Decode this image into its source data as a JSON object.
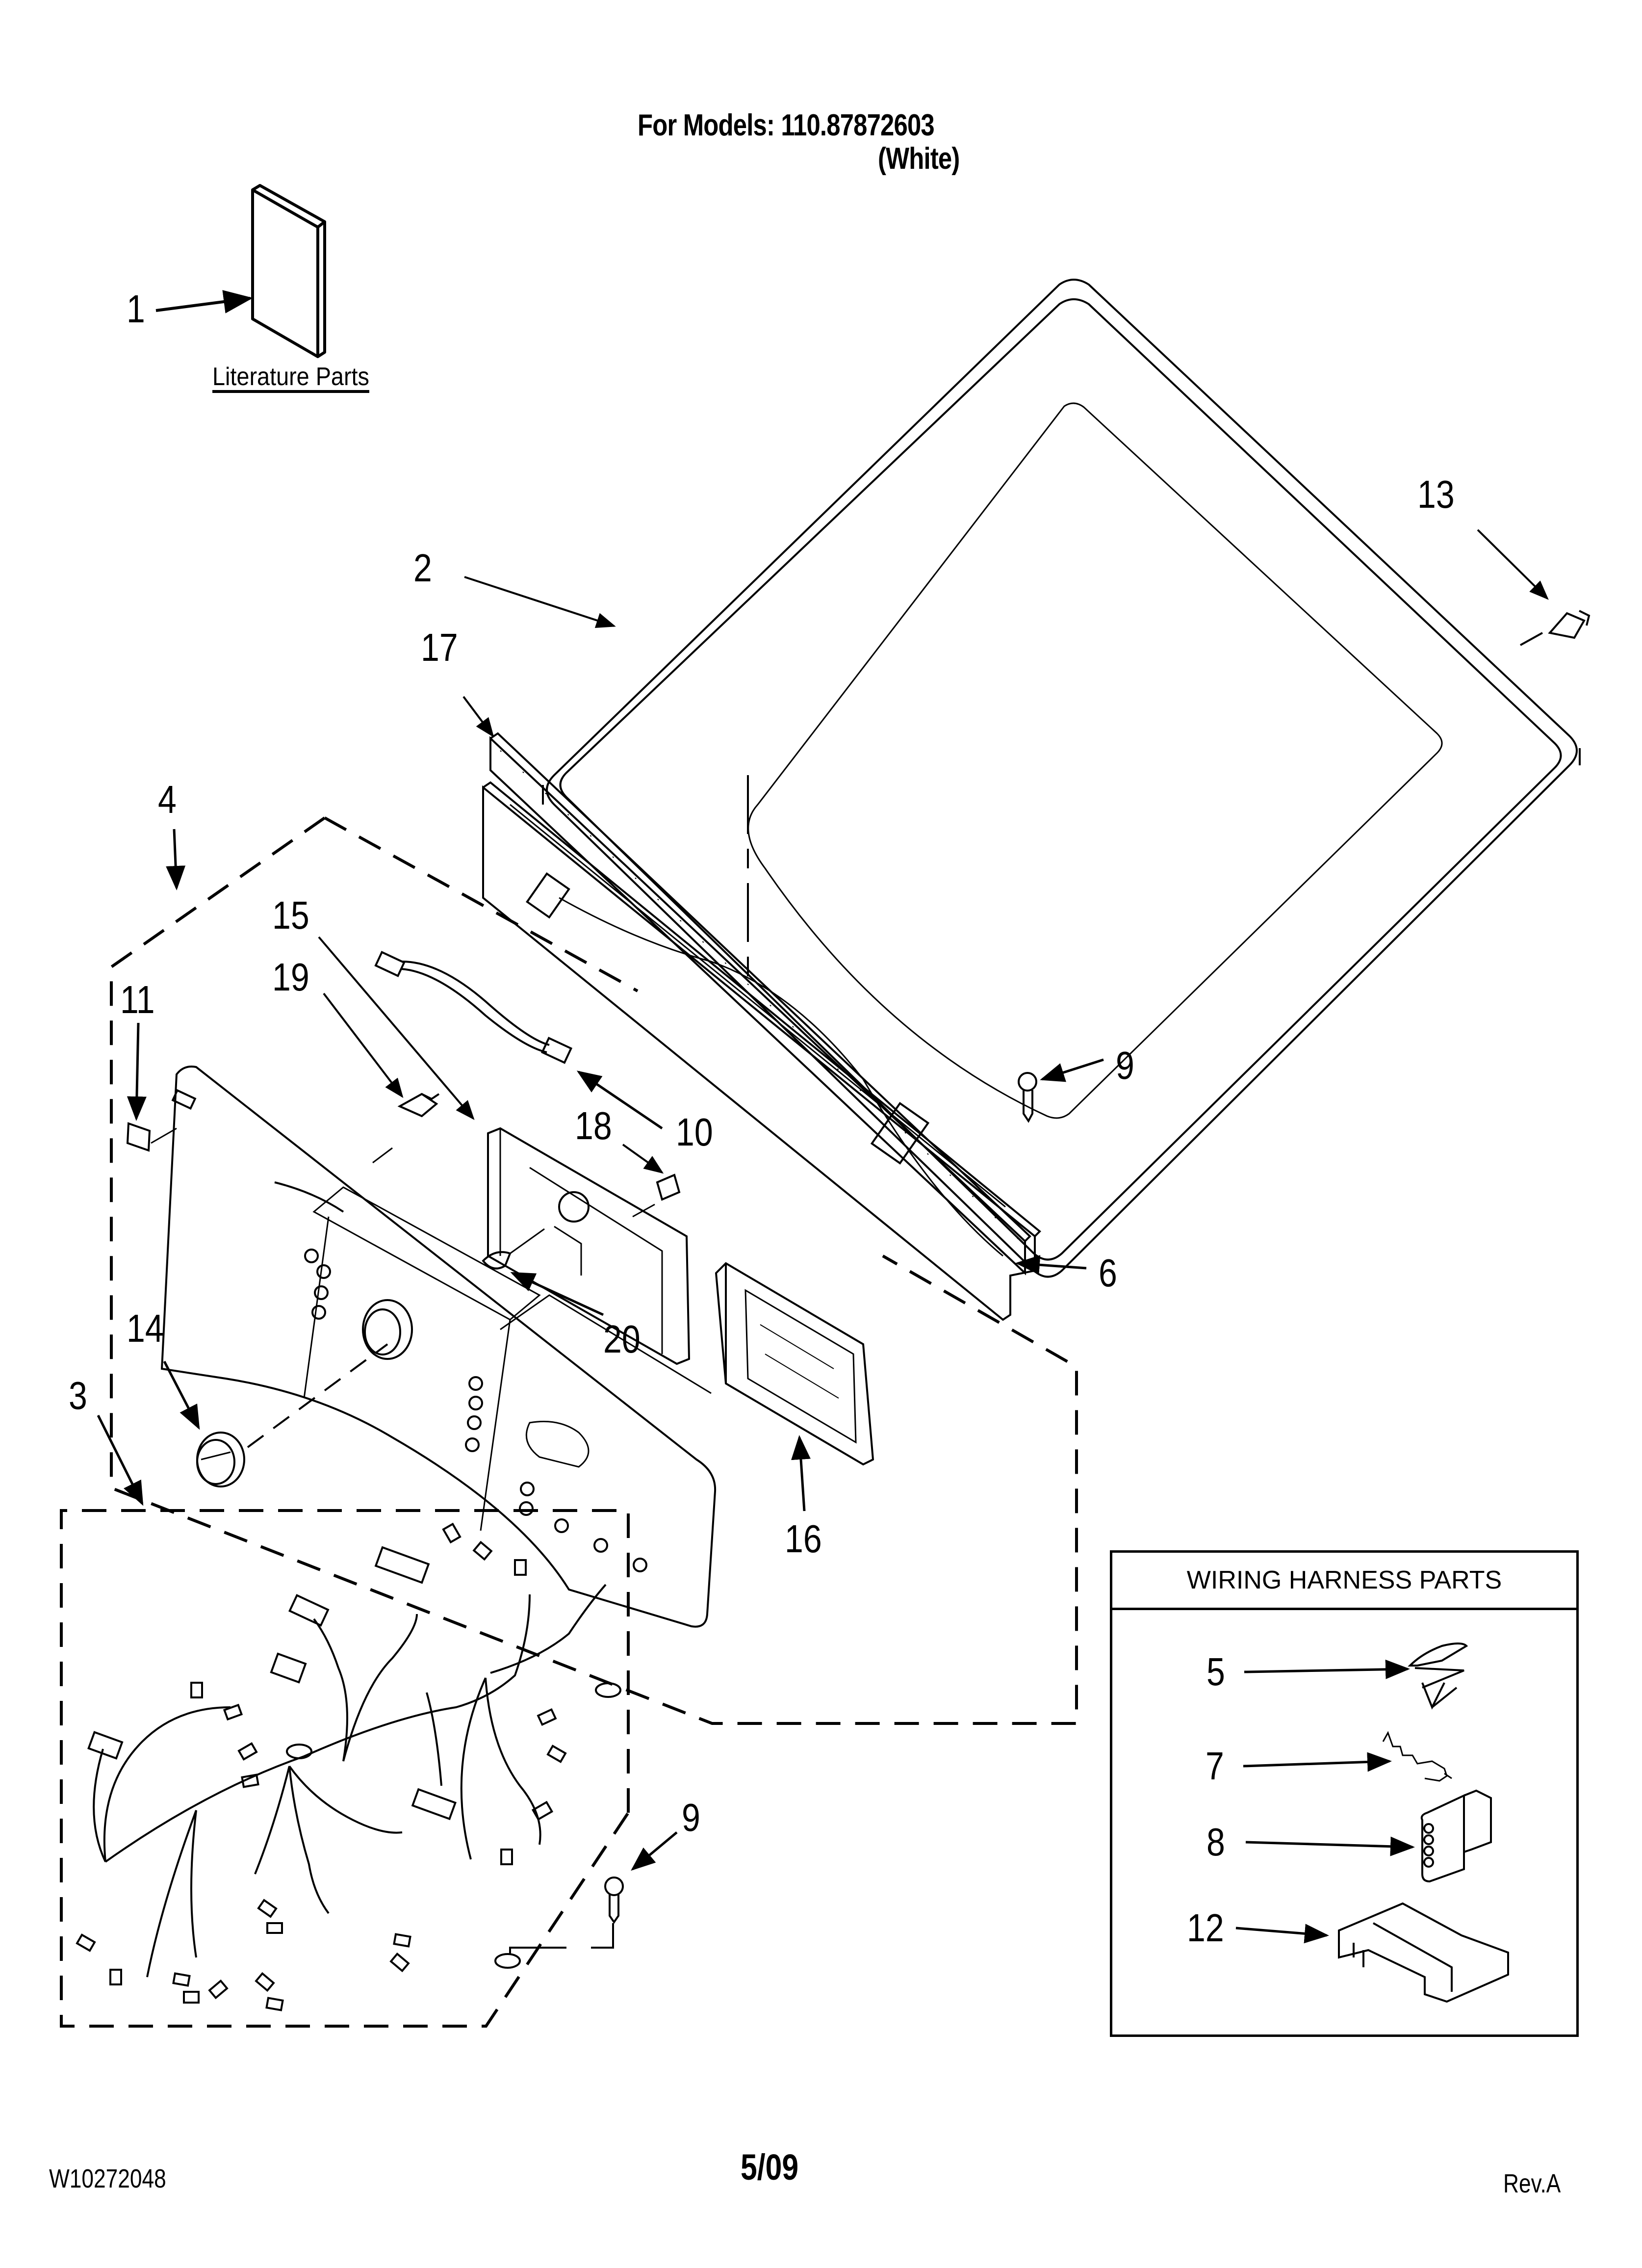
{
  "header": {
    "models_line": "For Models: 110.87872603",
    "color_line": "(White)"
  },
  "literature": {
    "label": "Literature Parts"
  },
  "callouts": {
    "c1": "1",
    "c2": "2",
    "c3": "3",
    "c4": "4",
    "c6": "6",
    "c9a": "9",
    "c9b": "9",
    "c10": "10",
    "c11": "11",
    "c13": "13",
    "c14": "14",
    "c15": "15",
    "c16": "16",
    "c17": "17",
    "c18": "18",
    "c19": "19",
    "c20": "20"
  },
  "legend": {
    "title": "WIRING HARNESS PARTS",
    "items": [
      {
        "number": "5",
        "part": "wire-clip"
      },
      {
        "number": "7",
        "part": "terminal"
      },
      {
        "number": "8",
        "part": "connector-housing"
      },
      {
        "number": "12",
        "part": "multi-pin-connector"
      }
    ]
  },
  "footer": {
    "doc_number": "W10272048",
    "date": "5/09",
    "revision": "Rev.A"
  }
}
